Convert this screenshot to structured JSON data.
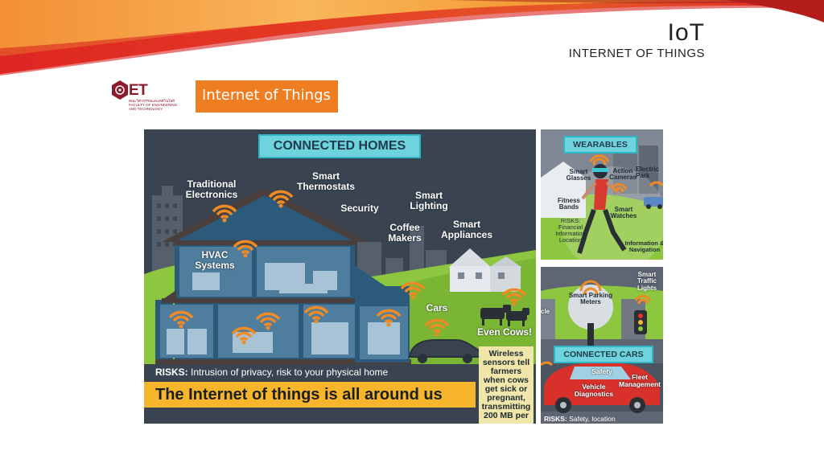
{
  "slide": {
    "title": "IoT",
    "subtitle": "INTERNET OF THINGS"
  },
  "logo": {
    "text": "ET",
    "subtext": "คณะวิศวกรรมและเทคโนโลยี FACULTY OF ENGINEERING AND TECHNOLOGY"
  },
  "banner": {
    "label": "Internet of Things"
  },
  "homes": {
    "heading": "CONNECTED HOMES",
    "labels": {
      "traditional": "Traditional Electronics",
      "thermostats": "Smart Thermostats",
      "security": "Security",
      "lighting": "Smart Lighting",
      "coffee": "Coffee Makers",
      "appliances": "Smart Appliances",
      "hvac": "HVAC Systems",
      "cars": "Cars",
      "cows": "Even Cows!"
    },
    "risks_label": "RISKS:",
    "risks_text": "Intrusion of privacy, risk to your physical home",
    "tagline": "The Internet of things is all around us",
    "note": "Wireless sensors tell farmers when cows get sick or pregnant, transmitting 200 MB per"
  },
  "wearables": {
    "heading": "WEARABLES",
    "labels": {
      "glasses": "Smart Glasses",
      "cameras": "Action Cameras",
      "electric": "Electric Park",
      "fitness": "Fitness Bands",
      "watches": "Smart Watches",
      "risks": "RISKS: Financial Information Location",
      "info": "Information & Navigation"
    }
  },
  "cars": {
    "heading": "CONNECTED CARS",
    "labels": {
      "parking": "Smart Parking Meters",
      "traffic": "Smart Traffic Lights",
      "cle": "cle",
      "safety": "Safety",
      "fleet": "Fleet Management",
      "diagnostics": "Vehicle Diagnostics"
    },
    "risks_label": "RISKS:",
    "risks_text": "Safety, location"
  },
  "colors": {
    "accent_orange": "#ef7d21",
    "swoosh_red": "#e8322a",
    "panel_dark": "#3a4450",
    "ribbon_teal": "#6fd3dd",
    "tagline_yellow": "#f6b52a",
    "wifi_orange": "#f08a24"
  }
}
